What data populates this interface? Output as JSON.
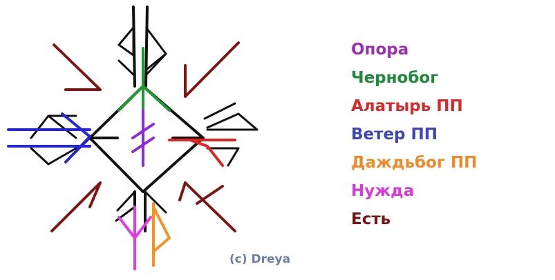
{
  "legend": [
    {
      "label": "Опора",
      "color": "#9b2fae"
    },
    {
      "label": "Чернобог",
      "color": "#1f8a3a"
    },
    {
      "label": "Алатырь ПП",
      "color": "#d72a2a"
    },
    {
      "label": "Ветер ПП",
      "color": "#3e45b5"
    },
    {
      "label": "Даждьбог ПП",
      "color": "#f08a28"
    },
    {
      "label": "Нужда",
      "color": "#d63ad9"
    },
    {
      "label": "Есть",
      "color": "#7a1414"
    }
  ],
  "credit": "(c) Dreya",
  "stroke_colors": {
    "black": "#111111",
    "blue": "#2424d8",
    "red": "#e02424",
    "green": "#1f9a2f",
    "purple": "#8a2be2",
    "magenta": "#e03ce0",
    "orange": "#f59223",
    "dark_red": "#7f1414"
  }
}
